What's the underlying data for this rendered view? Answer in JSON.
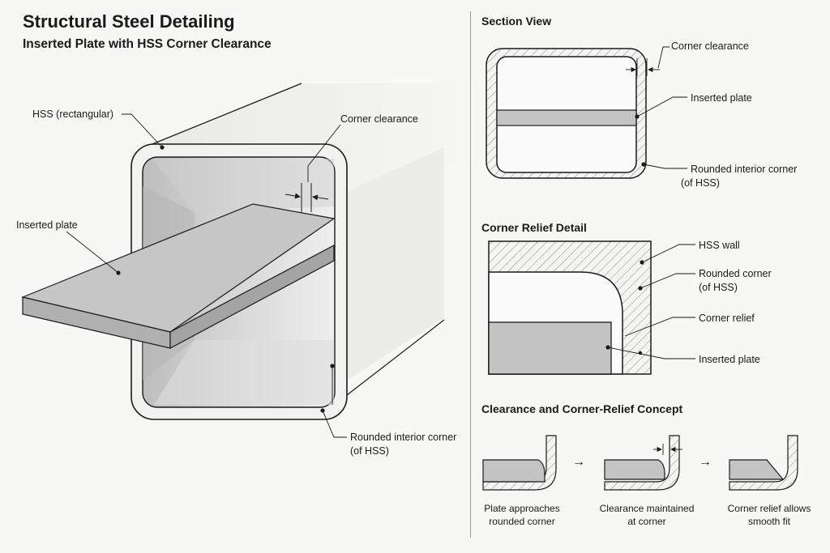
{
  "title": "Structural Steel Detailing",
  "subtitle": "Inserted Plate with HSS Corner Clearance",
  "main_view": {
    "labels": {
      "hss": "HSS (rectangular)",
      "corner_clearance": "Corner clearance",
      "inserted_plate": "Inserted plate",
      "rounded_corner_1": "Rounded interior corner",
      "rounded_corner_2": "(of HSS)"
    }
  },
  "section_view": {
    "heading": "Section View",
    "labels": {
      "corner_clearance": "Corner clearance",
      "inserted_plate": "Inserted plate",
      "rounded_corner_1": "Rounded interior corner",
      "rounded_corner_2": "(of HSS)"
    }
  },
  "corner_relief": {
    "heading": "Corner Relief Detail",
    "labels": {
      "hss_wall": "HSS wall",
      "rounded_corner_1": "Rounded corner",
      "rounded_corner_2": "(of HSS)",
      "corner_relief": "Corner relief",
      "inserted_plate": "Inserted plate"
    }
  },
  "concept": {
    "heading": "Clearance and Corner-Relief Concept",
    "arrow": "→",
    "steps": [
      {
        "line1": "Plate approaches",
        "line2": "rounded corner"
      },
      {
        "line1": "Clearance maintained",
        "line2": "at corner"
      },
      {
        "line1": "Corner relief allows",
        "line2": "smooth fit"
      }
    ]
  },
  "colors": {
    "plate": "#c9c9c9",
    "steel": "#e8e8e6",
    "line": "#1a1a1a"
  }
}
